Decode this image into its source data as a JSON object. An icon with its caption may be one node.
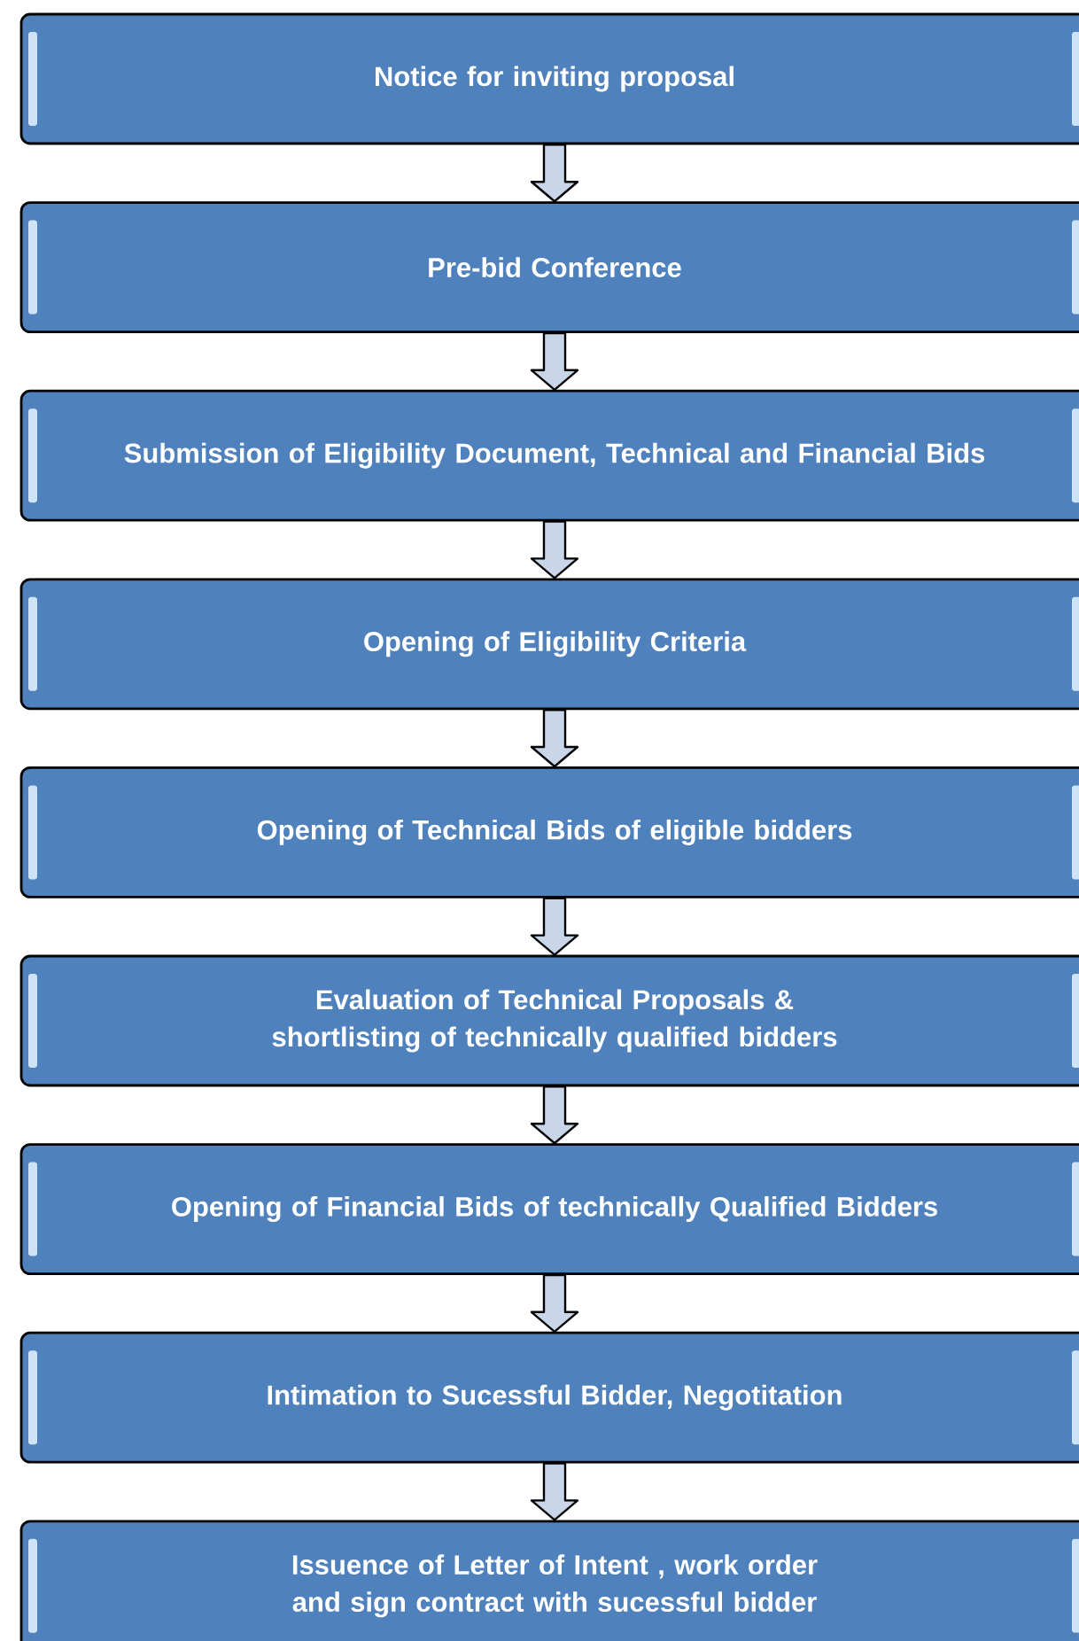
{
  "diagram": {
    "nodes": [
      {
        "text": [
          "Notice for inviting proposal"
        ]
      },
      {
        "text": [
          "Pre-bid Conference"
        ]
      },
      {
        "text": [
          "Submission of Eligibility Document, Technical and Financial Bids"
        ]
      },
      {
        "text": [
          "Opening of Eligibility Criteria"
        ]
      },
      {
        "text": [
          "Opening of Technical Bids of eligible bidders"
        ]
      },
      {
        "text": [
          "Evaluation of Technical Proposals & shortlisting of technically qualified bidders"
        ]
      },
      {
        "text": [
          "Opening of Financial Bids of technically Qualified Bidders"
        ]
      },
      {
        "text": [
          "Intimation to Sucessful Bidder, Negotitation"
        ]
      },
      {
        "text": [
          "Issuence of Letter of Intent , work order and sign contract with sucessful bidder"
        ]
      }
    ],
    "edges": [
      {
        "from": 0,
        "to": 1,
        "arrow": "to"
      },
      {
        "from": 1,
        "to": 2,
        "arrow": "to"
      },
      {
        "from": 2,
        "to": 3,
        "arrow": "to"
      },
      {
        "from": 3,
        "to": 4,
        "arrow": "to"
      },
      {
        "from": 4,
        "to": 5,
        "arrow": "to"
      },
      {
        "from": 5,
        "to": 6,
        "arrow": "to"
      },
      {
        "from": 6,
        "to": 7,
        "arrow": "to"
      },
      {
        "from": 7,
        "to": 8,
        "arrow": "to"
      }
    ]
  }
}
